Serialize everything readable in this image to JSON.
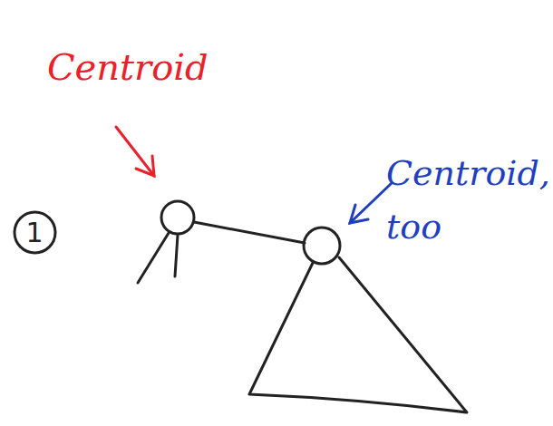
{
  "diagram": {
    "nodes": [
      {
        "text": [
          "1"
        ]
      }
    ],
    "labels": [
      "Centroid",
      "Centroid, too"
    ]
  }
}
